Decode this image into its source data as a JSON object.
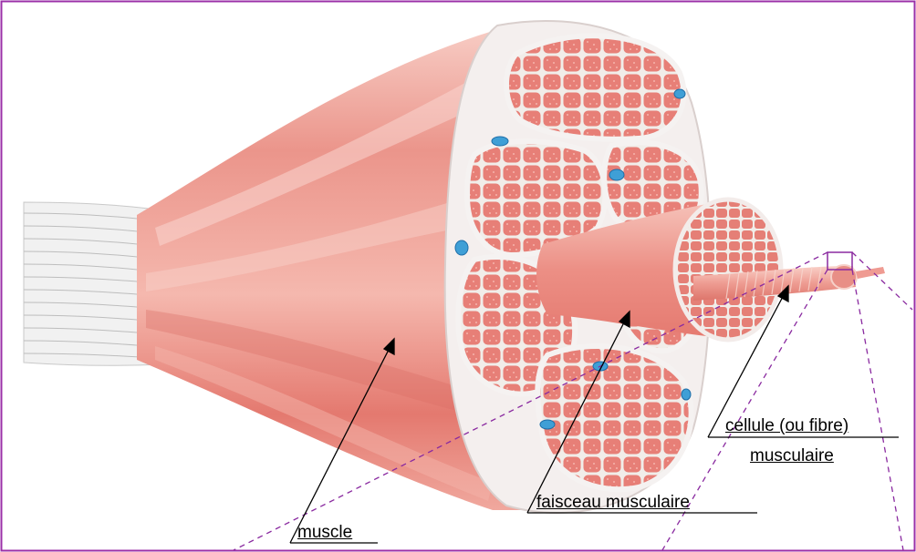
{
  "figure": {
    "labels": {
      "muscle": "muscle",
      "faisceau": "faisceau musculaire",
      "cellule_line1": "cellule (ou fibre)",
      "cellule_line2": "musculaire"
    },
    "colors": {
      "frame": "#9b30a8",
      "muscle": "#e5857c",
      "muscle_light": "#f5c0b6",
      "fiber": "#ea8a83",
      "sheath": "#f3eceb",
      "vessel": "#3f9fd6",
      "tendon": "#e8e8e8",
      "zoom_lines": "#8a2aa0",
      "arrow": "#000000"
    }
  }
}
